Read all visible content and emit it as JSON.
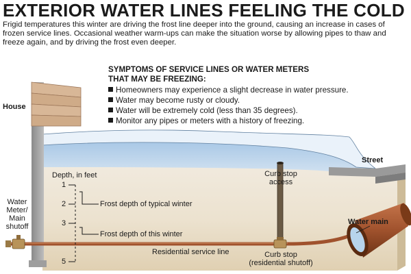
{
  "header": {
    "title": "EXTERIOR WATER LINES FEELING THE COLD",
    "intro": "Frigid temperatures this winter are driving the frost line deeper into the ground, causing an increase in cases of frozen service lines. Occasional weather warm-ups can make the situation worse by allowing pipes to thaw and freeze again, and by driving the frost even deeper."
  },
  "symptoms": {
    "heading_line1": "SYMPTOMS OF SERVICE LINES OR WATER METERS",
    "heading_line2": "THAT MAY BE FREEZING:",
    "items": [
      "Homeowners may experience a slight decrease in water pressure.",
      "Water may become rusty or cloudy.",
      "Water will be extremely cold (less than 35 degrees).",
      "Monitor any pipes or meters with a history of freezing."
    ]
  },
  "labels": {
    "house": "House",
    "street": "Street",
    "curb_stop_access_1": "Curb stop",
    "curb_stop_access_2": "access",
    "water_meter_1": "Water",
    "water_meter_2": "Meter/",
    "water_meter_3": "Main",
    "water_meter_4": "shutoff",
    "water_main": "Water main",
    "service_line": "Residential service line",
    "curb_stop_1": "Curb stop",
    "curb_stop_2": "(residential shutoff)",
    "depth_title": "Depth, in feet",
    "frost_typical": "Frost depth of typical winter",
    "frost_this": "Frost depth of this winter"
  },
  "depth_scale": {
    "ticks": [
      "1",
      "2",
      "3",
      "5"
    ]
  },
  "colors": {
    "frost": "#b9d3ea",
    "ground": "#e8dcc4",
    "pipe": "#a0522d",
    "house_wall": "#c9a88a"
  }
}
